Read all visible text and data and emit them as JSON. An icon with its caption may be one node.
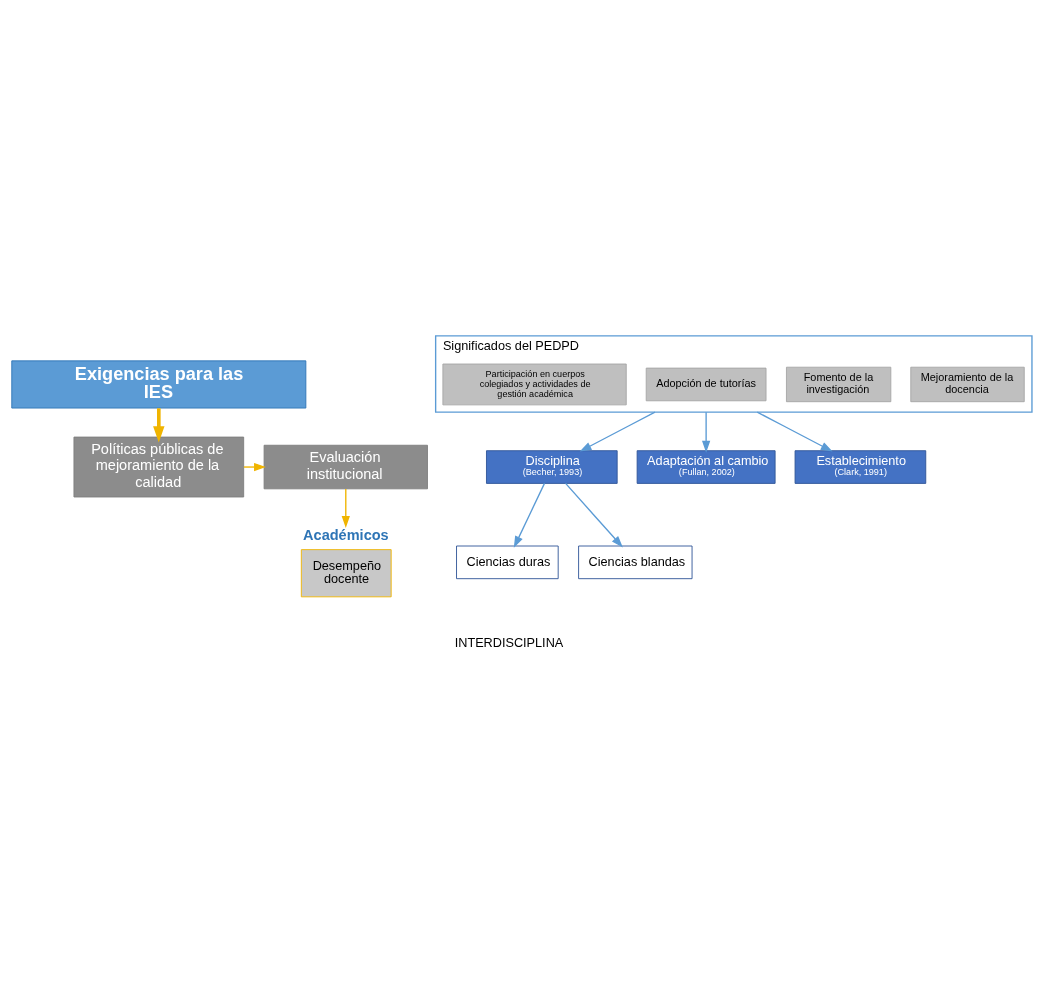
{
  "diagram": {
    "nodes": [
      {
        "text": [
          "Exigencias para las IES"
        ]
      },
      {
        "text": [
          "Políticas públicas de mejoramiento de la calidad"
        ]
      },
      {
        "text": [
          "Evaluación institucional"
        ]
      },
      {
        "text": [
          "Académicos",
          "Desempeño docente"
        ]
      },
      {
        "text": [
          "Significados del PEDPD"
        ]
      },
      {
        "text": [
          "Mejoramiento de la docencia"
        ],
        "in": 4
      },
      {
        "text": [
          "Fomento de la investigación"
        ],
        "in": 4
      },
      {
        "text": [
          "Adopción de tutorías"
        ],
        "in": 4
      },
      {
        "text": [
          "Participación en cuerpos colegiados y actividades de gestión académica"
        ],
        "in": 4
      },
      {
        "text": [
          "Disciplina",
          "(Becher, 1993)"
        ]
      },
      {
        "text": [
          "Adaptación al cambio",
          "(Fullan, 2002)"
        ]
      },
      {
        "text": [
          "Establecimiento",
          "(Clark, 1991)"
        ]
      },
      {
        "text": [
          "Ciencias duras"
        ]
      },
      {
        "text": [
          "Ciencias blandas"
        ]
      }
    ],
    "edges": [
      {
        "from": 0,
        "to": 1,
        "arrow": "to",
        "style": "thick",
        "color": "#f0b400"
      },
      {
        "from": 1,
        "to": 2,
        "arrow": "to",
        "color": "#f0b400"
      },
      {
        "from": 2,
        "to": 3,
        "arrow": "to",
        "color": "#f0b400"
      },
      {
        "from": 4,
        "to": 9,
        "arrow": "to"
      },
      {
        "from": 4,
        "to": 10,
        "arrow": "to"
      },
      {
        "from": 4,
        "to": 11,
        "arrow": "to"
      },
      {
        "from": 9,
        "to": 12,
        "arrow": "to"
      },
      {
        "from": 9,
        "to": 13,
        "arrow": "to"
      }
    ],
    "labels": [
      "INTERDISCIPLINA"
    ]
  }
}
